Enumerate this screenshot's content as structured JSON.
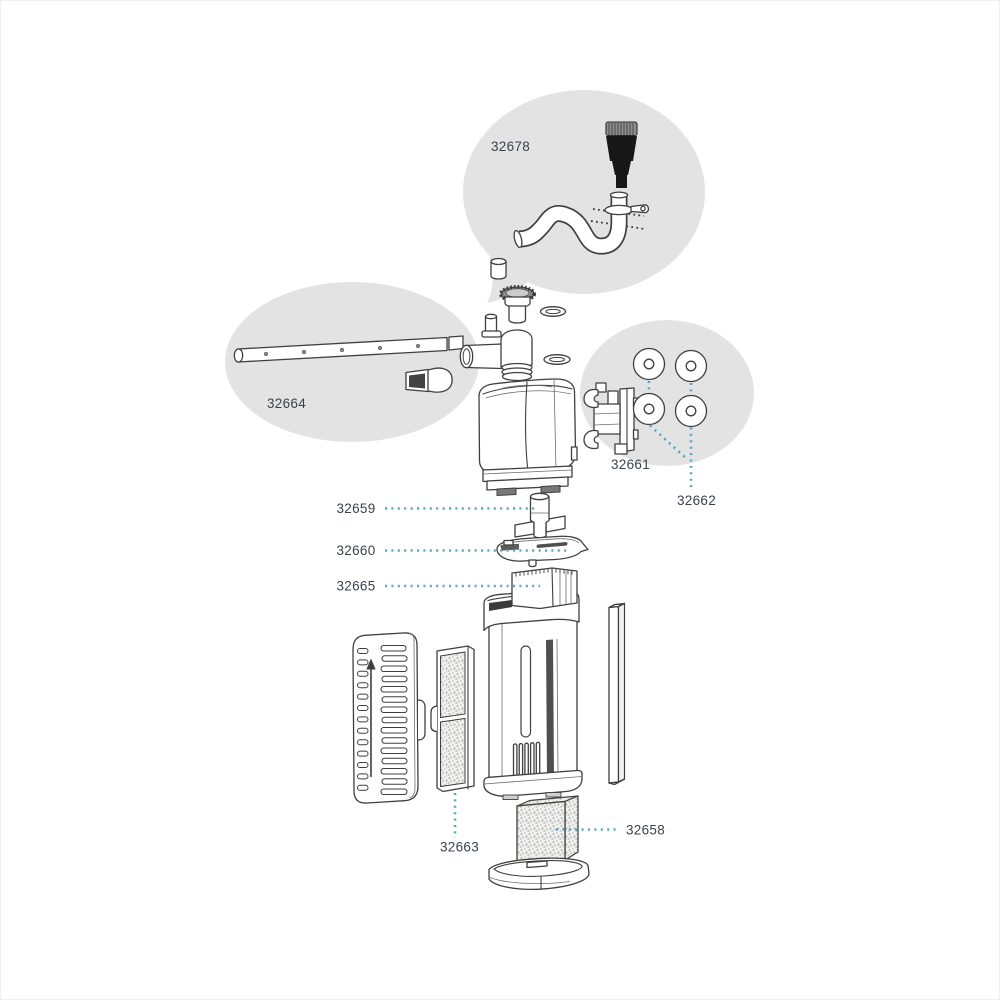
{
  "diagram": {
    "kind": "exploded-parts-diagram",
    "labels": {
      "p32678": "32678",
      "p32664": "32664",
      "p32661": "32661",
      "p32662": "32662",
      "p32659": "32659",
      "p32660": "32660",
      "p32665": "32665",
      "p32663": "32663",
      "p32658": "32658"
    },
    "colors": {
      "background": "#ffffff",
      "bubble_fill": "#e3e3e3",
      "outline": "#3f3f3f",
      "leader_dots": "#58a5c4",
      "label_text": "#3b424b",
      "nozzle_black": "#171717"
    }
  }
}
